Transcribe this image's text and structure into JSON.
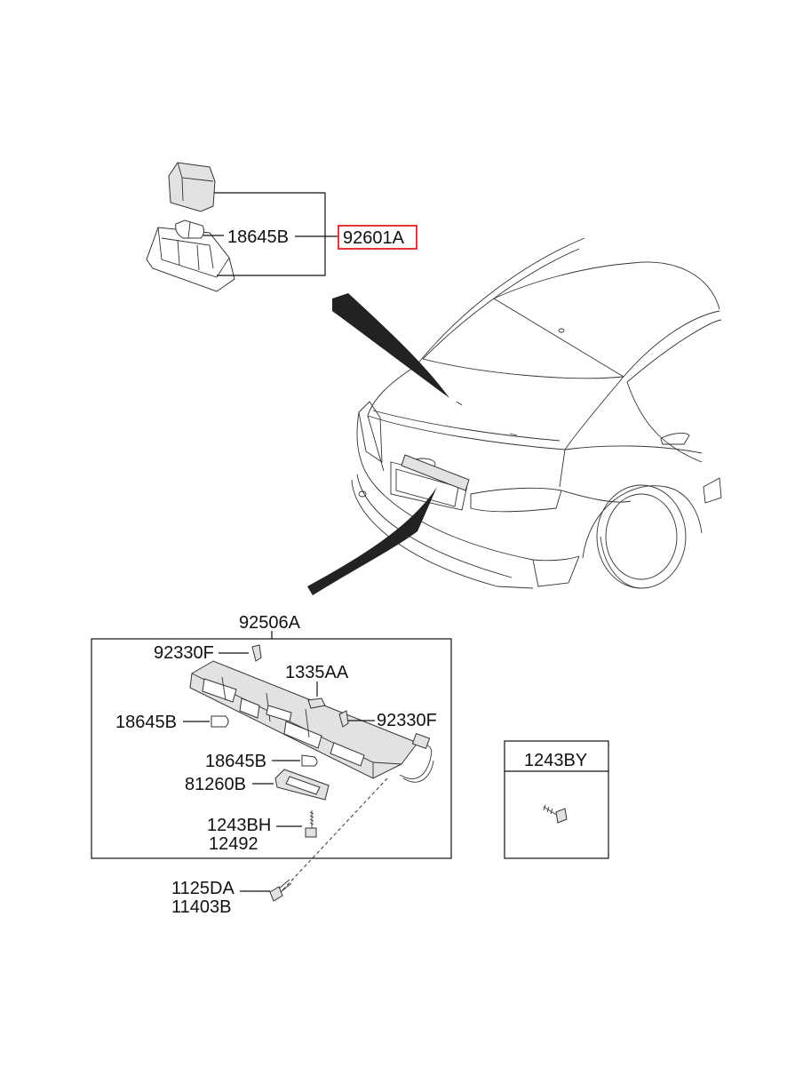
{
  "labels": {
    "p18645B_top": "18645B",
    "p92601A": "92601A",
    "p92506A": "92506A",
    "p92330F_left": "92330F",
    "p1335AA": "1335AA",
    "p18645B_left": "18645B",
    "p92330F_right": "92330F",
    "p18645B_mid": "18645B",
    "p81260B": "81260B",
    "p1243BH": "1243BH",
    "p12492": "12492",
    "p1125DA": "1125DA",
    "p11403B": "11403B",
    "p1243BY": "1243BY"
  },
  "highlight_color": "#e02020"
}
